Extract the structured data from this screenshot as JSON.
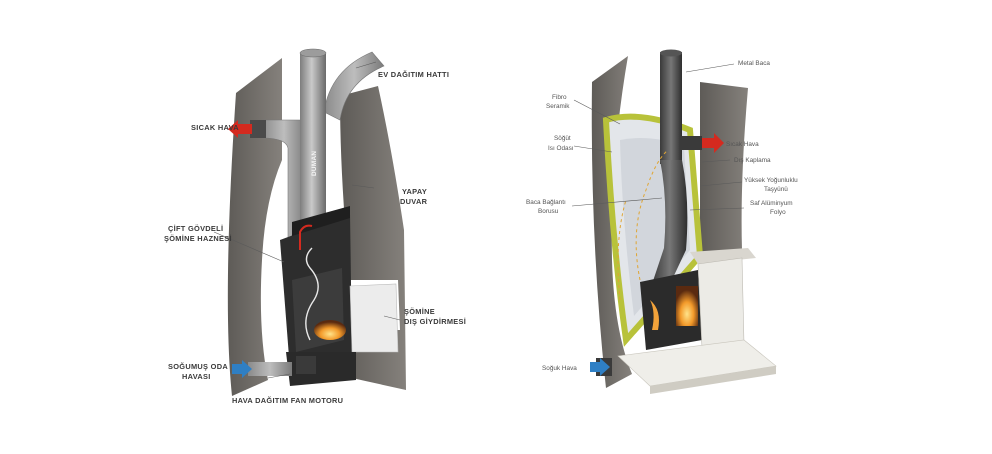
{
  "left_diagram": {
    "labels": {
      "ev_dagitim": "EV DAĞITIM HATTI",
      "sicak_hava": "SICAK HAVA",
      "duman": "DUMAN",
      "yapay_duvar_1": "YAPAY",
      "yapay_duvar_2": "DUVAR",
      "cift_govdeli_1": "ÇİFT GÖVDELİ",
      "cift_govdeli_2": "ŞÖMİNE HAZNESİ",
      "somine_dis_1": "ŞÖMİNE",
      "somine_dis_2": "DIŞ GİYDİRMESİ",
      "sogumus_1": "SOĞUMUŞ ODA",
      "sogumus_2": "HAVASI",
      "fan_motoru": "HAVA DAĞITIM FAN MOTORU"
    }
  },
  "right_diagram": {
    "labels": {
      "metal_baca": "Metal Baca",
      "fibro_1": "Fibro",
      "fibro_2": "Seramik",
      "sogut_1": "Söğüt",
      "sogut_2": "Isı Odası",
      "sicak_hava": "Sıcak Hava",
      "dis_kaplama": "Dış Kaplama",
      "yuksek_1": "Yüksek Yoğunluklu",
      "yuksek_2": "Taşyünü",
      "baca_1": "Baca Bağlantı",
      "baca_2": "Borusu",
      "saf_1": "Saf Alüminyum",
      "saf_2": "Folyo",
      "soguk_hava": "Soğuk Hava"
    }
  },
  "colors": {
    "hot_arrow": "#d42a1f",
    "cold_arrow": "#2f7fc4",
    "wall": "#6f6c68",
    "insulation": "#b8c23a",
    "stove": "#2b2b2b"
  }
}
